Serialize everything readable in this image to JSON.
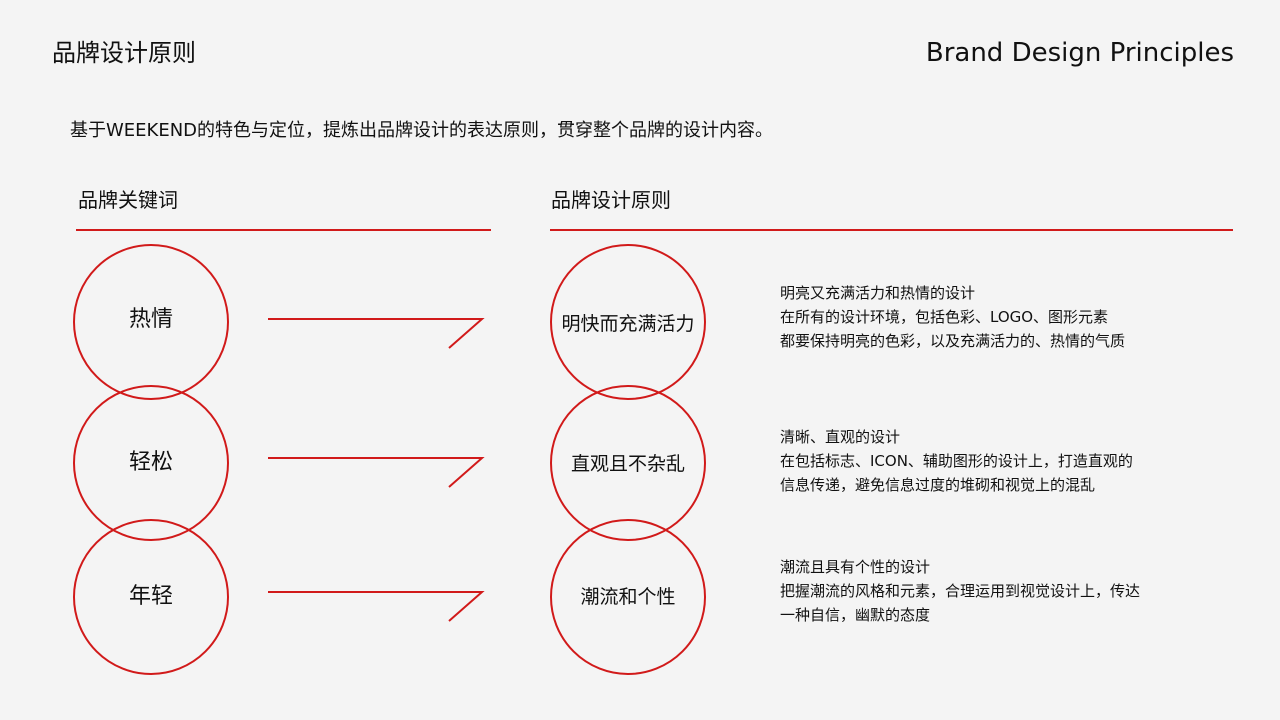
{
  "header": {
    "title_cn": "品牌设计原则",
    "title_en": "Brand Design Principles"
  },
  "intro": "基于WEEKEND的特色与定位，提炼出品牌设计的表达原则，贯穿整个品牌的设计内容。",
  "columns": {
    "keywords_heading": "品牌关键词",
    "principles_heading": "品牌设计原则"
  },
  "colors": {
    "accent": "#d11a1a",
    "background": "#f4f4f4",
    "text": "#111111"
  },
  "rows": [
    {
      "keyword": "热情",
      "principle": "明快而充满活力",
      "description": [
        "明亮又充满活力和热情的设计",
        "在所有的设计环境，包括色彩、LOGO、图形元素",
        "都要保持明亮的色彩，以及充满活力的、热情的气质"
      ]
    },
    {
      "keyword": "轻松",
      "principle": "直观且不杂乱",
      "description": [
        "清晰、直观的设计",
        "在包括标志、ICON、辅助图形的设计上，打造直观的",
        "信息传递，避免信息过度的堆砌和视觉上的混乱"
      ]
    },
    {
      "keyword": "年轻",
      "principle": "潮流和个性",
      "description": [
        "潮流且具有个性的设计",
        "把握潮流的风格和元素，合理运用到视觉设计上，传达",
        "一种自信，幽默的态度"
      ]
    }
  ]
}
